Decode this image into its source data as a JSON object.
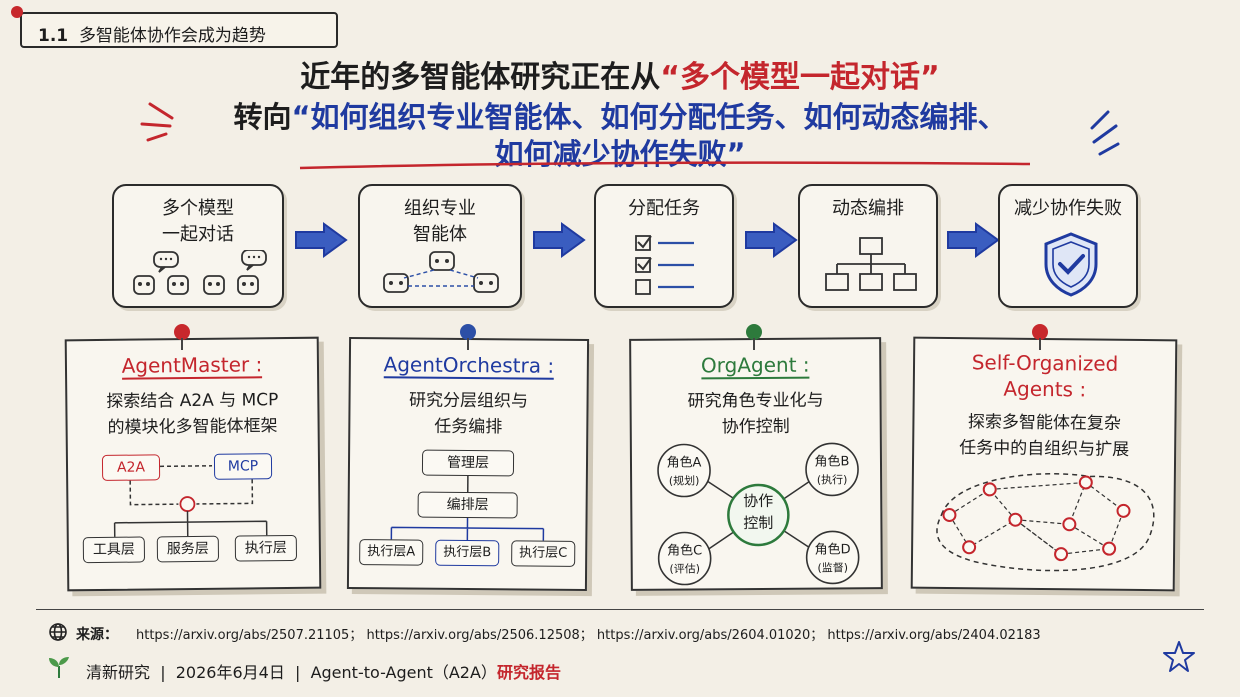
{
  "section": {
    "number": "1.1",
    "title": "多智能体协作会成为趋势"
  },
  "headline": {
    "line1_prefix": "近年的多智能体研究正在从",
    "line1_quote": "“多个模型一起对话”",
    "line2_prefix": "转向",
    "line2_quote": "“如何组织专业智能体、如何分配任务、如何动态编排、",
    "line3_quote": "如何减少协作失败”"
  },
  "flow": [
    {
      "label": "多个模型\n一起对话",
      "icon": "chat-robots-icon"
    },
    {
      "label": "组织专业\n智能体",
      "icon": "robot-network-icon"
    },
    {
      "label": "分配任务",
      "icon": "checklist-icon"
    },
    {
      "label": "动态编排",
      "icon": "org-chart-icon"
    },
    {
      "label": "减少协作失败",
      "icon": "shield-check-icon"
    }
  ],
  "cards": [
    {
      "title": "AgentMaster :",
      "desc": "探索结合 A2A 与 MCP\n的模块化多智能体框架",
      "pin_color": "#c7282c",
      "diagram": {
        "top": [
          "A2A",
          "MCP"
        ],
        "bottom": [
          "工具层",
          "服务层",
          "执行层"
        ]
      }
    },
    {
      "title": "AgentOrchestra :",
      "desc": "研究分层组织与\n任务编排",
      "pin_color": "#2c4fa6",
      "diagram": {
        "levels": [
          "管理层",
          "编排层"
        ],
        "bottom": [
          "执行层A",
          "执行层B",
          "执行层C"
        ]
      }
    },
    {
      "title": "OrgAgent :",
      "desc": "研究角色专业化与\n协作控制",
      "pin_color": "#2d7a3c",
      "diagram": {
        "center": "协作\n控制",
        "roles": [
          {
            "name": "角色A",
            "sub": "(规划)"
          },
          {
            "name": "角色B",
            "sub": "(执行)"
          },
          {
            "name": "角色C",
            "sub": "(评估)"
          },
          {
            "name": "角色D",
            "sub": "(监督)"
          }
        ]
      }
    },
    {
      "title": "Self-Organized\nAgents :",
      "desc": "探索多智能体在复杂\n任务中的自组织与扩展",
      "pin_color": "#c7282c"
    }
  ],
  "footer": {
    "source_label": "来源：",
    "sources": "https://arxiv.org/abs/2507.21105； https://arxiv.org/abs/2506.12508； https://arxiv.org/abs/2604.01020； https://arxiv.org/abs/2404.02183",
    "org": "清新研究",
    "date": "2026年6月4日",
    "topic": "Agent-to-Agent（A2A）",
    "report": "研究报告",
    "sep": "|"
  },
  "colors": {
    "red": "#c4262d",
    "blue": "#1f3aa0",
    "green": "#2d7a3c",
    "bg": "#f3efe6"
  }
}
